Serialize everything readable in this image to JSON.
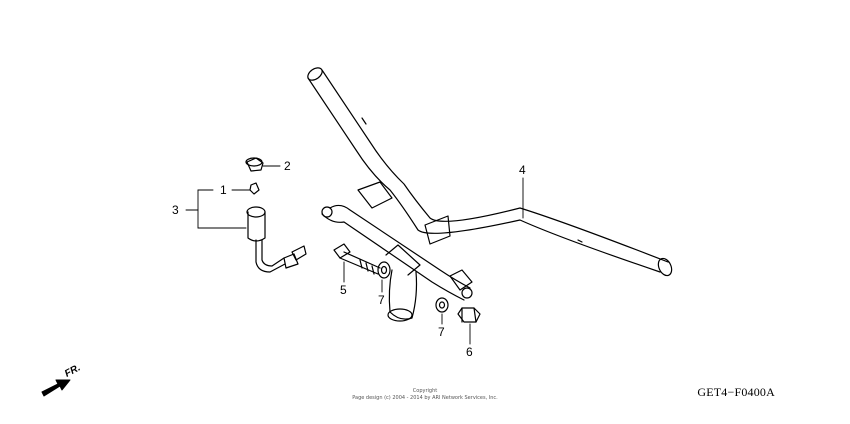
{
  "callouts": {
    "c1": "1",
    "c2": "2",
    "c3": "3",
    "c4": "4",
    "c5": "5",
    "c6": "6",
    "c7a": "7",
    "c7b": "7"
  },
  "direction_label": "FR.",
  "copyright_line1": "Copyright",
  "copyright_line2": "Page design (c) 2004 - 2014 by ARI Network Services, Inc.",
  "diagram_code": "GET4−F0400A",
  "colors": {
    "line": "#000000",
    "background": "#ffffff"
  }
}
